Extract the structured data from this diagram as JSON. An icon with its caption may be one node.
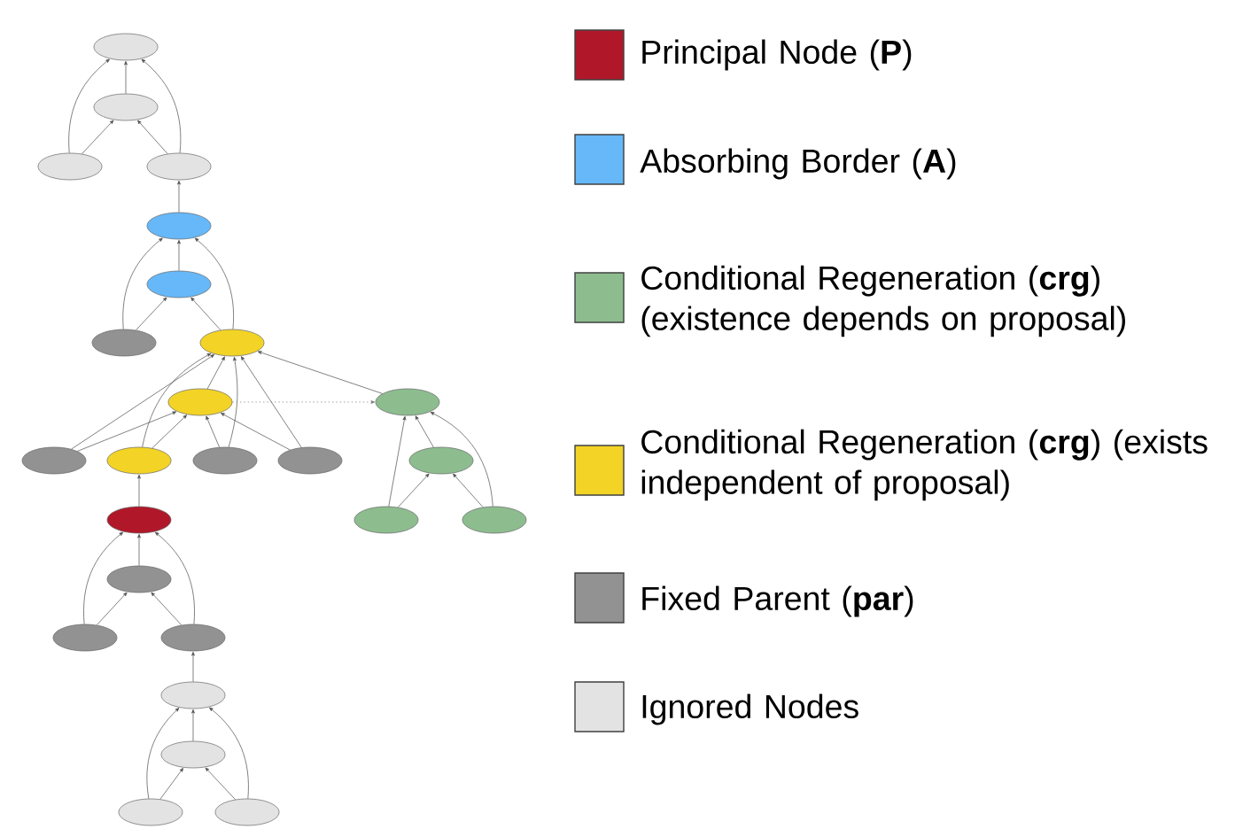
{
  "diagram": {
    "nodes": [
      {
        "text": [],
        "shape": "ellipse"
      },
      {
        "text": [],
        "shape": "ellipse"
      },
      {
        "text": [],
        "shape": "ellipse"
      },
      {
        "text": [],
        "shape": "ellipse"
      },
      {
        "text": [],
        "shape": "ellipse"
      },
      {
        "text": [],
        "shape": "ellipse"
      },
      {
        "text": [],
        "shape": "ellipse"
      },
      {
        "text": [],
        "shape": "ellipse"
      },
      {
        "text": [],
        "shape": "ellipse"
      },
      {
        "text": [],
        "shape": "ellipse"
      },
      {
        "text": [],
        "shape": "ellipse"
      },
      {
        "text": [],
        "shape": "ellipse"
      },
      {
        "text": [],
        "shape": "ellipse"
      },
      {
        "text": [],
        "shape": "ellipse"
      },
      {
        "text": [],
        "shape": "ellipse"
      },
      {
        "text": [],
        "shape": "ellipse"
      },
      {
        "text": [],
        "shape": "ellipse"
      },
      {
        "text": [],
        "shape": "ellipse"
      },
      {
        "text": [],
        "shape": "ellipse"
      },
      {
        "text": [],
        "shape": "ellipse"
      },
      {
        "text": [],
        "shape": "ellipse"
      },
      {
        "text": [],
        "shape": "ellipse"
      },
      {
        "text": [],
        "shape": "ellipse"
      },
      {
        "text": [],
        "shape": "ellipse"
      },
      {
        "text": [],
        "shape": "ellipse"
      }
    ],
    "edges": [
      {
        "from": 1,
        "to": 0,
        "arrow": "to"
      },
      {
        "from": 2,
        "to": 0,
        "arrow": "to"
      },
      {
        "from": 2,
        "to": 1,
        "arrow": "to"
      },
      {
        "from": 3,
        "to": 1,
        "arrow": "to"
      },
      {
        "from": 3,
        "to": 0,
        "arrow": "to"
      },
      {
        "from": 4,
        "to": 3,
        "arrow": "to"
      },
      {
        "from": 5,
        "to": 4,
        "arrow": "to"
      },
      {
        "from": 6,
        "to": 4,
        "arrow": "to"
      },
      {
        "from": 6,
        "to": 5,
        "arrow": "to"
      },
      {
        "from": 7,
        "to": 5,
        "arrow": "to"
      },
      {
        "from": 7,
        "to": 4,
        "arrow": "to"
      },
      {
        "from": 10,
        "to": 7,
        "arrow": "to"
      },
      {
        "from": 11,
        "to": 7,
        "arrow": "to"
      },
      {
        "from": 8,
        "to": 7,
        "arrow": "to"
      },
      {
        "from": 12,
        "to": 7,
        "arrow": "to"
      },
      {
        "from": 13,
        "to": 7,
        "arrow": "to"
      },
      {
        "from": 9,
        "to": 7,
        "arrow": "to"
      },
      {
        "from": 10,
        "to": 8,
        "arrow": "to"
      },
      {
        "from": 11,
        "to": 8,
        "arrow": "to"
      },
      {
        "from": 12,
        "to": 8,
        "arrow": "to"
      },
      {
        "from": 13,
        "to": 8,
        "arrow": "to"
      },
      {
        "from": 8,
        "to": 9,
        "arrow": "to",
        "style": "dashed"
      },
      {
        "from": 16,
        "to": 9,
        "arrow": "to"
      },
      {
        "from": 14,
        "to": 9,
        "arrow": "to"
      },
      {
        "from": 17,
        "to": 9,
        "arrow": "to"
      },
      {
        "from": 16,
        "to": 14,
        "arrow": "to"
      },
      {
        "from": 17,
        "to": 14,
        "arrow": "to"
      },
      {
        "from": 15,
        "to": 11,
        "arrow": "to"
      },
      {
        "from": 18,
        "to": 15,
        "arrow": "to"
      },
      {
        "from": 19,
        "to": 15,
        "arrow": "to"
      },
      {
        "from": 20,
        "to": 15,
        "arrow": "to"
      },
      {
        "from": 19,
        "to": 18,
        "arrow": "to"
      },
      {
        "from": 20,
        "to": 18,
        "arrow": "to"
      },
      {
        "from": 21,
        "to": 20,
        "arrow": "to"
      },
      {
        "from": 22,
        "to": 21,
        "arrow": "to"
      },
      {
        "from": 23,
        "to": 21,
        "arrow": "to"
      },
      {
        "from": 24,
        "to": 21,
        "arrow": "to"
      },
      {
        "from": 23,
        "to": 22,
        "arrow": "to"
      },
      {
        "from": 24,
        "to": 22,
        "arrow": "to"
      }
    ],
    "legend": [
      {
        "text": "Principal Node (**P**)",
        "color": "#b0182a"
      },
      {
        "text": "Absorbing Border (**A**)",
        "color": "#66b8f8"
      },
      {
        "text": "Conditional Regeneration (**crg**) (existence depends on proposal)",
        "color": "#8dbd8f"
      },
      {
        "text": "Conditional Regeneration (**crg**) (exists independent of proposal)",
        "color": "#f3d426"
      },
      {
        "text": "Fixed Parent (**par**)",
        "color": "#929292"
      },
      {
        "text": "Ignored Nodes",
        "color": "#e3e3e3"
      }
    ]
  }
}
